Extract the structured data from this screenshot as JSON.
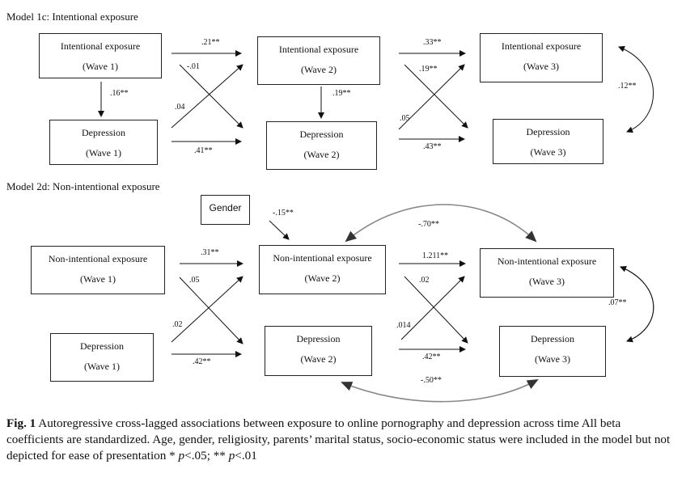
{
  "model1": {
    "title": "Model 1c: Intentional exposure",
    "boxes": {
      "ie1": {
        "line1": "Intentional exposure",
        "line2": "(Wave 1)"
      },
      "ie2": {
        "line1": "Intentional exposure",
        "line2": "(Wave 2)"
      },
      "ie3": {
        "line1": "Intentional exposure",
        "line2": "(Wave 3)"
      },
      "d1": {
        "line1": "Depression",
        "line2": "(Wave 1)"
      },
      "d2": {
        "line1": "Depression",
        "line2": "(Wave 2)"
      },
      "d3": {
        "line1": "Depression",
        "line2": "(Wave 3)"
      }
    },
    "coefficients": {
      "ie1_ie2": ".21**",
      "ie1_d2": "-.01",
      "d1_ie2": ".04",
      "ie1_d1": ".16**",
      "d1_d2": ".41**",
      "ie2_d2": ".19**",
      "ie2_ie3": ".33**",
      "ie2_d3": ".19**",
      "d2_ie3": ".05",
      "d2_d3": ".43**",
      "ie3_d3": ".12**"
    }
  },
  "model2": {
    "title": "Model 2d: Non-intentional exposure",
    "gender": "Gender",
    "boxes": {
      "ne1": {
        "line1": "Non-intentional exposure",
        "line2": "(Wave 1)"
      },
      "ne2": {
        "line1": "Non-intentional exposure",
        "line2": "(Wave 2)"
      },
      "ne3": {
        "line1": "Non-intentional exposure",
        "line2": "(Wave 3)"
      },
      "d1": {
        "line1": "Depression",
        "line2": "(Wave 1)"
      },
      "d2": {
        "line1": "Depression",
        "line2": "(Wave 2)"
      },
      "d3": {
        "line1": "Depression",
        "line2": "(Wave 3)"
      }
    },
    "coefficients": {
      "gender_ne2": "-.15**",
      "ne2_ne3_curve": "-.70**",
      "ne1_ne2": ".31**",
      "ne1_d2": ".05",
      "d1_ne2": ".02",
      "d1_d2": ".42**",
      "ne2_ne3": "1.211**",
      "ne2_d3": ".02",
      "d2_ne3": ".014",
      "d2_d3": ".42**",
      "ne3_d3": ".07**",
      "d2_d3_curve": "-.50**"
    }
  },
  "caption": {
    "fig_label": "Fig. 1",
    "text": "Autoregressive cross-lagged associations between exposure to online pornography and depression across time All beta coefficients are standardized. Age, gender, religiosity, parents’ marital status, socio-economic status were included in the model but not depicted for ease of presentation *",
    "p1": "p",
    "mid": "<.05; **",
    "p2": "p",
    "end": "<.01"
  }
}
